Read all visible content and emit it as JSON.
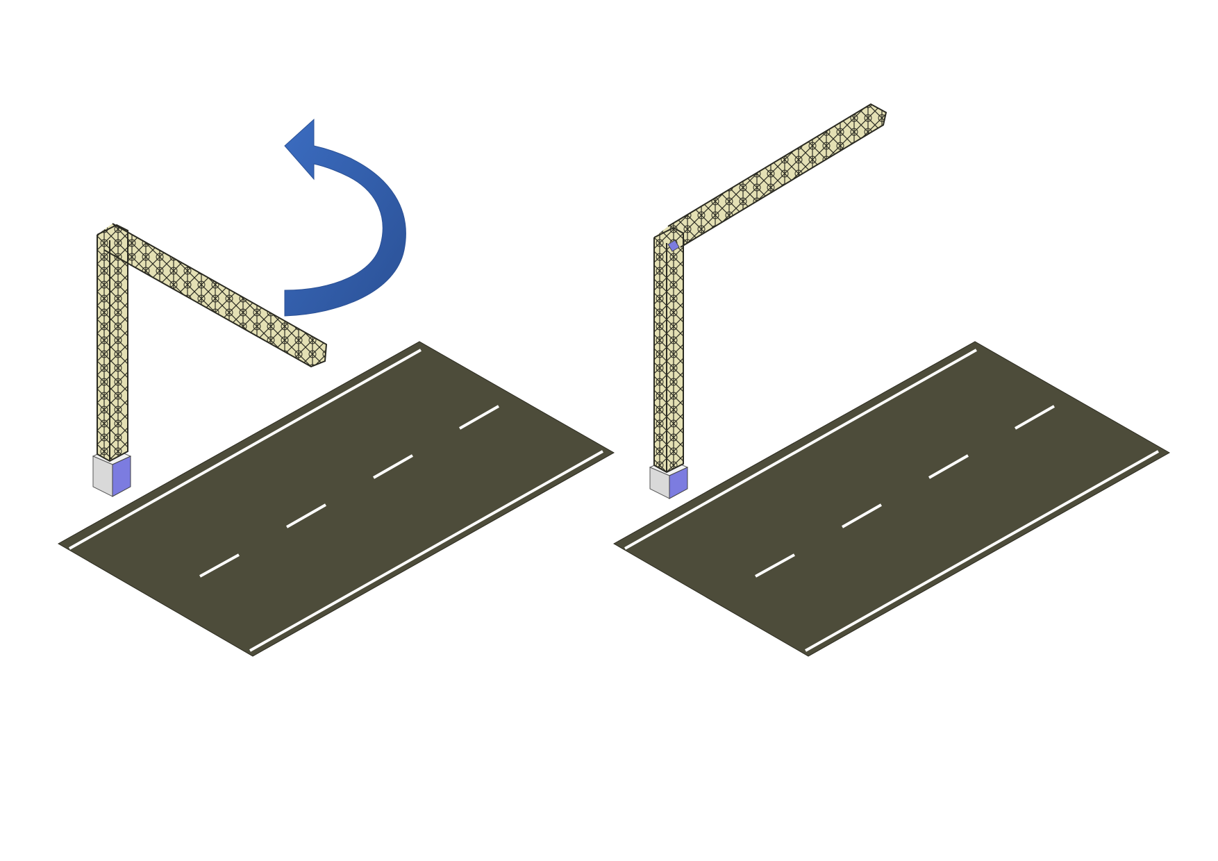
{
  "colors": {
    "background": "#ffffff",
    "road": "#4d4c3a",
    "road_edge": "#2c2b20",
    "lane_marking": "#ffffff",
    "arrow": "#3b6cc0",
    "arrow_dark": "#2b5196",
    "truss": "#e4e0b4",
    "truss_line": "#2a2a22",
    "base_light": "#d9d9d9",
    "base_side": "#7c7ce0",
    "base_top": "#f2f2f2"
  },
  "scenes": [
    {
      "id": "before",
      "boom_state": "rotated-over-road-side",
      "has_rotation_arrow": true
    },
    {
      "id": "after",
      "boom_state": "rotated-away",
      "has_rotation_arrow": false
    }
  ],
  "icons": {
    "rotation": "curved-arrow-icon"
  }
}
